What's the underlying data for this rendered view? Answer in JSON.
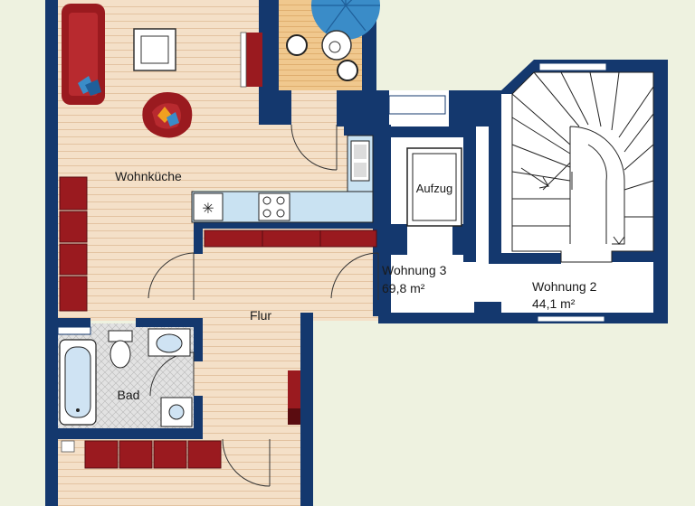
{
  "rooms": {
    "wohnkueche": "Wohnküche",
    "flur": "Flur",
    "bad": "Bad",
    "aufzug": "Aufzug",
    "wohnung3_name": "Wohnung 3",
    "wohnung3_area": "69,8 m²",
    "wohnung2_name": "Wohnung 2",
    "wohnung2_area": "44,1 m²"
  },
  "colors": {
    "background": "#eef2e0",
    "wall": "#14386e",
    "floor_wood": "#f4e0c8",
    "floor_stripe": "#e6c8a8",
    "tiles": "#dcdcdc",
    "furniture_red": "#9a1a1f",
    "kitchen_counter": "#c9e2f2",
    "balcony": "#f0c88e",
    "umbrella": "#3a8cc8"
  }
}
